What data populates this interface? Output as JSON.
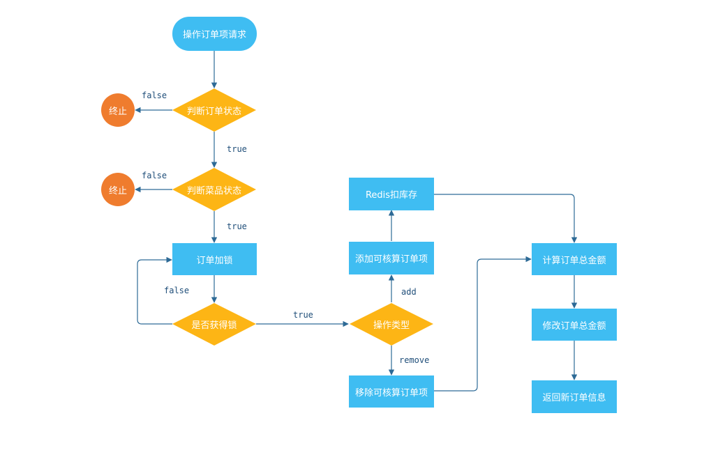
{
  "colors": {
    "process": "#3fbdf2",
    "decision": "#fdb515",
    "terminal": "#ef7c2e",
    "edge": "#2d6a96",
    "edge_label": "#1f4e79"
  },
  "nodes": {
    "start": "操作订单项请求",
    "check_order_status": "判断订单状态",
    "end1": "终止",
    "check_dish_status": "判断菜品状态",
    "end2": "终止",
    "lock_order": "订单加锁",
    "lock_acquired": "是否获得锁",
    "operation_type": "操作类型",
    "add_item": "添加可核算订单项",
    "redis_deduct": "Redis扣库存",
    "remove_item": "移除可核算订单项",
    "calc_total": "计算订单总金额",
    "update_total": "修改订单总金额",
    "return_info": "返回新订单信息"
  },
  "edge_labels": {
    "order_false": "false",
    "order_true": "true",
    "dish_false": "false",
    "dish_true": "true",
    "lock_false": "false",
    "lock_true": "true",
    "op_add": "add",
    "op_remove": "remove"
  }
}
